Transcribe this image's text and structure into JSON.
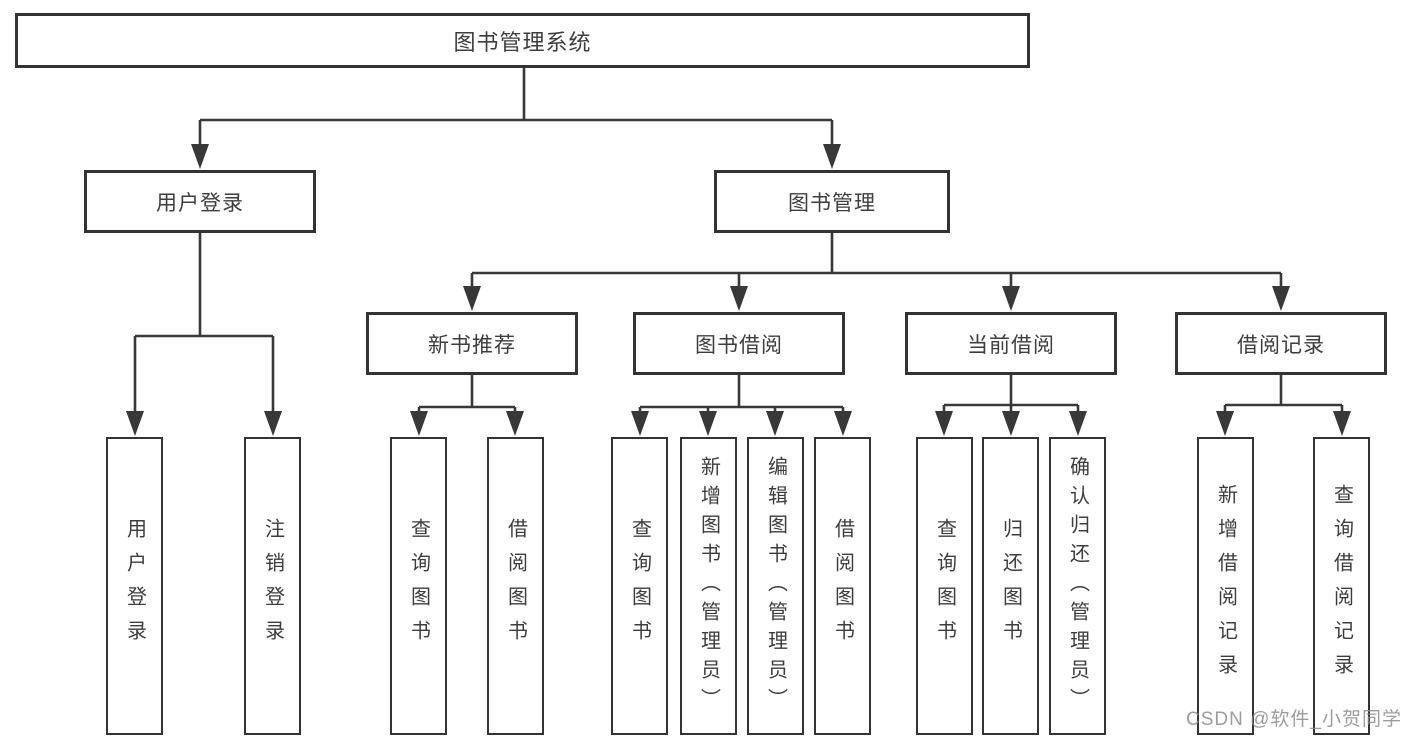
{
  "watermark": "CSDN @软件_小贺同学",
  "colors": {
    "line": "#383838",
    "box_border": "#333333",
    "text": "#3d3d3d",
    "watermark_text": "#8c8c8c",
    "background": "#ffffff"
  },
  "tree": {
    "root": {
      "label": "图书管理系统"
    },
    "branches": {
      "user_login": {
        "label": "用户登录",
        "children": {
          "login": {
            "label": "用户登录"
          },
          "logout": {
            "label": "注销登录"
          }
        }
      },
      "book_mgmt": {
        "label": "图书管理",
        "children": {
          "new_book_rec": {
            "label": "新书推荐",
            "children": {
              "query_book": {
                "label": "查询图书"
              },
              "borrow_book": {
                "label": "借阅图书"
              }
            }
          },
          "book_borrow": {
            "label": "图书借阅",
            "children": {
              "query_book": {
                "label": "查询图书"
              },
              "add_book": {
                "label": "新增图书（管理员）"
              },
              "edit_book": {
                "label": "编辑图书（管理员）"
              },
              "borrow_book": {
                "label": "借阅图书"
              }
            }
          },
          "current_borrow": {
            "label": "当前借阅",
            "children": {
              "query_book": {
                "label": "查询图书"
              },
              "return_book": {
                "label": "归还图书"
              },
              "confirm_return": {
                "label": "确认归还（管理员）"
              }
            }
          },
          "borrow_records": {
            "label": "借阅记录",
            "children": {
              "add_record": {
                "label": "新增借阅记录"
              },
              "query_record": {
                "label": "查询借阅记录"
              }
            }
          }
        }
      }
    }
  }
}
